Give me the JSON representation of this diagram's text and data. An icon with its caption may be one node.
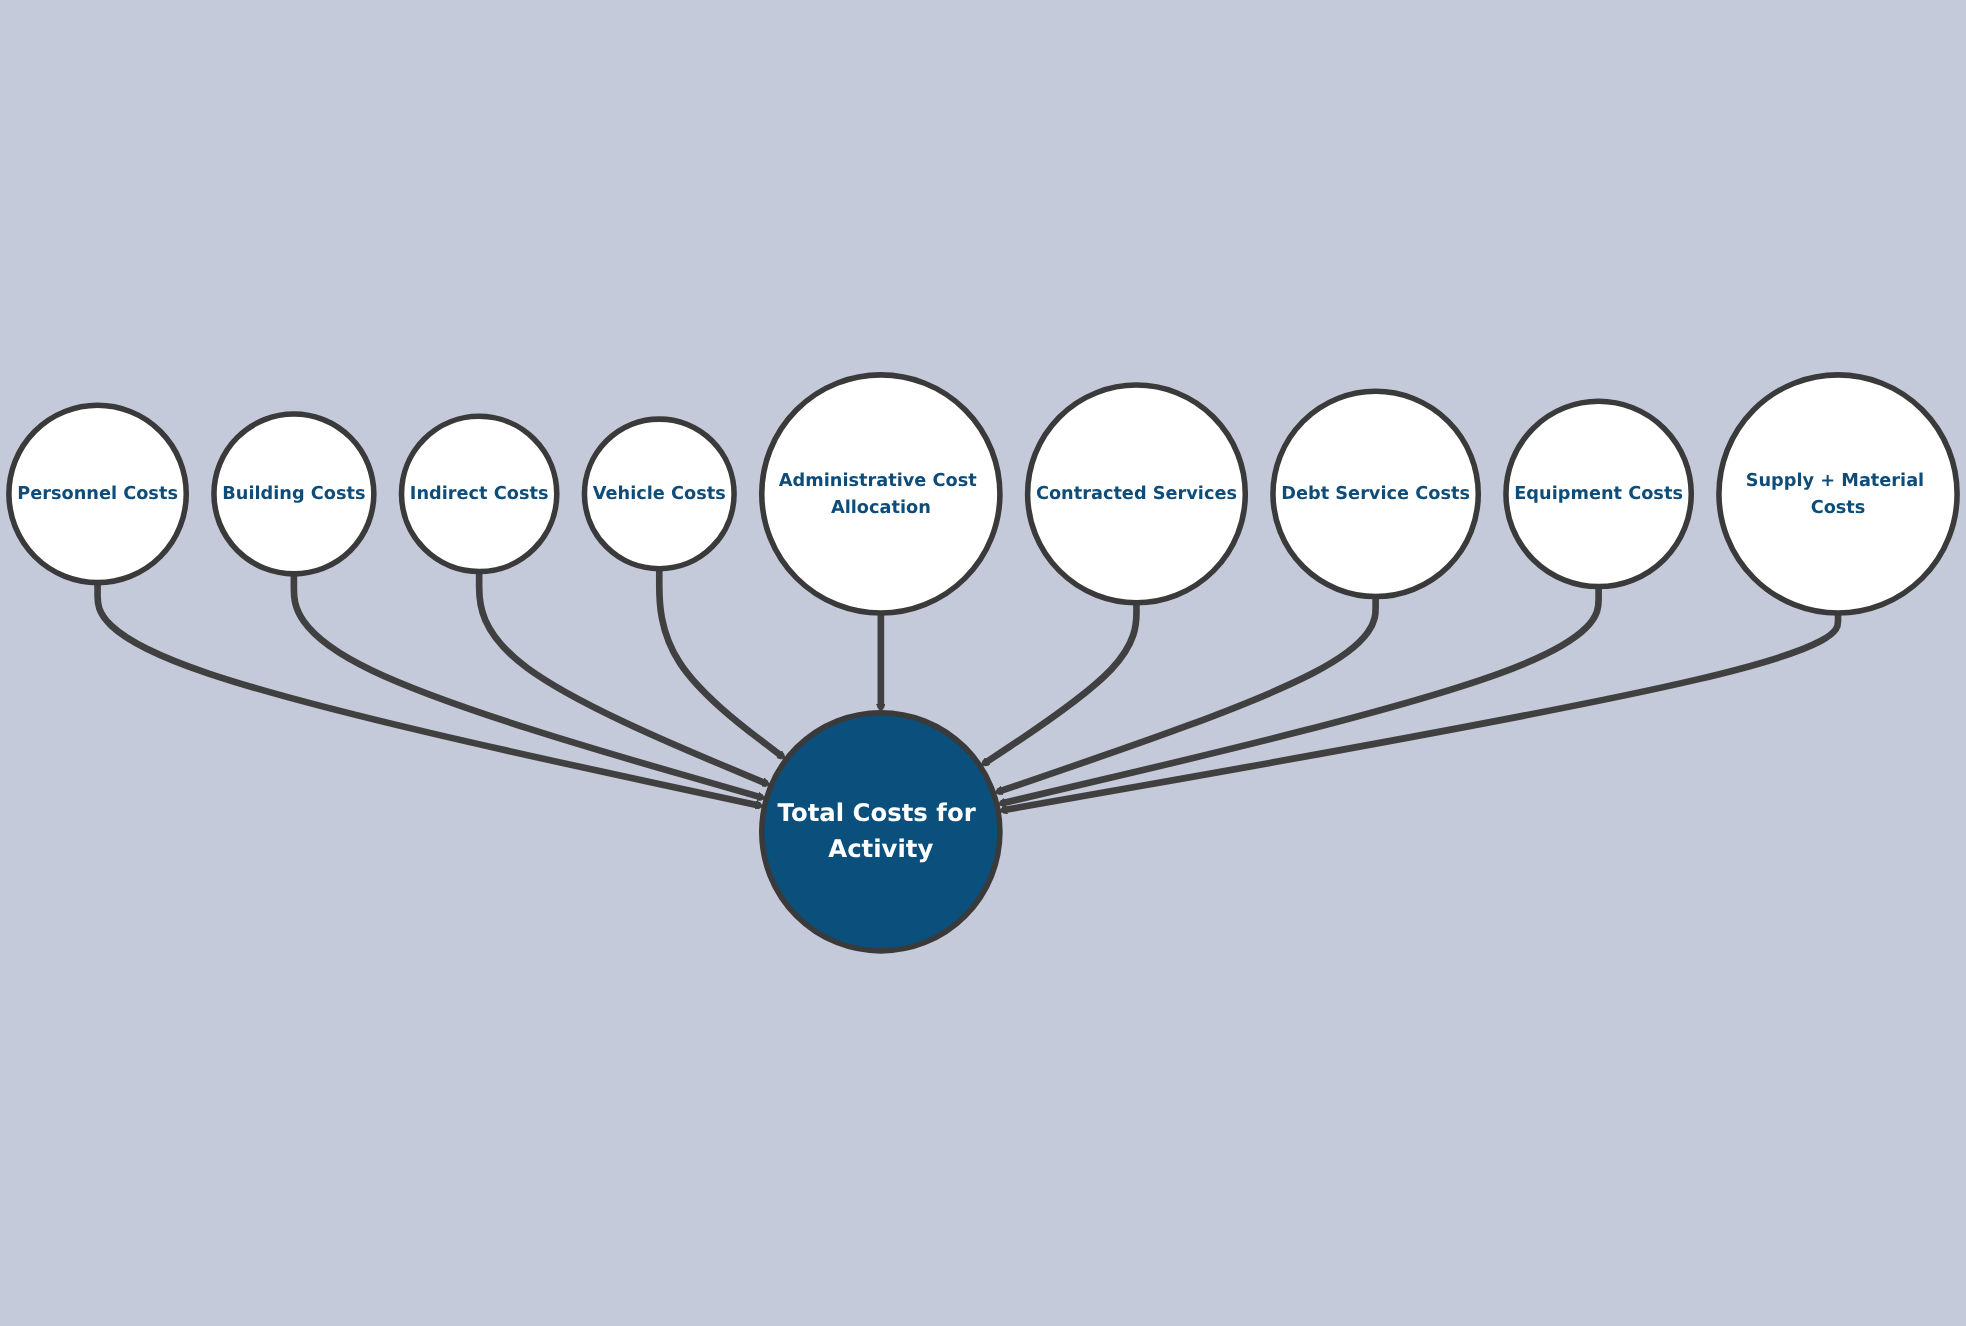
{
  "diagram": {
    "nodes": [
      {
        "text": [
          "Personnel Costs"
        ]
      },
      {
        "text": [
          "Building Costs"
        ]
      },
      {
        "text": [
          "Indirect Costs"
        ]
      },
      {
        "text": [
          "Vehicle Costs"
        ]
      },
      {
        "text": [
          "Total Costs for Activity"
        ]
      },
      {
        "text": [
          "Administrative Cost Allocation"
        ]
      },
      {
        "text": [
          "Contracted Services"
        ]
      },
      {
        "text": [
          "Debt Service Costs"
        ]
      },
      {
        "text": [
          "Equipment Costs"
        ]
      },
      {
        "text": [
          "Supply + Material Costs"
        ]
      }
    ],
    "edges": [
      {
        "from": 0,
        "to": 4,
        "arrow": "to"
      },
      {
        "from": 1,
        "to": 4,
        "arrow": "to"
      },
      {
        "from": 2,
        "to": 4,
        "arrow": "to"
      },
      {
        "from": 3,
        "to": 4,
        "arrow": "to"
      },
      {
        "from": 5,
        "to": 4,
        "arrow": "to"
      },
      {
        "from": 6,
        "to": 4,
        "arrow": "to"
      },
      {
        "from": 7,
        "to": 4,
        "arrow": "to"
      },
      {
        "from": 8,
        "to": 4,
        "arrow": "to"
      },
      {
        "from": 9,
        "to": 4,
        "arrow": "to"
      }
    ]
  }
}
